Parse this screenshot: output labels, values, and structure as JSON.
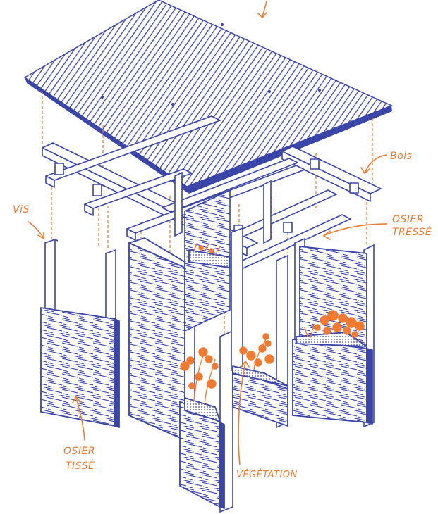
{
  "labels": {
    "bois": "Bois",
    "osier_tresse_1": "OSIER",
    "osier_tresse_2": "TRESSÉ",
    "vis": "ViS",
    "osier_tisse_1": "OSIER",
    "osier_tisse_2": "TISSÉ",
    "vegetation": "VÉGÉTATION"
  },
  "colors": {
    "ink": "#3a45a8",
    "accent": "#f07a30",
    "background": "#ffffff"
  }
}
